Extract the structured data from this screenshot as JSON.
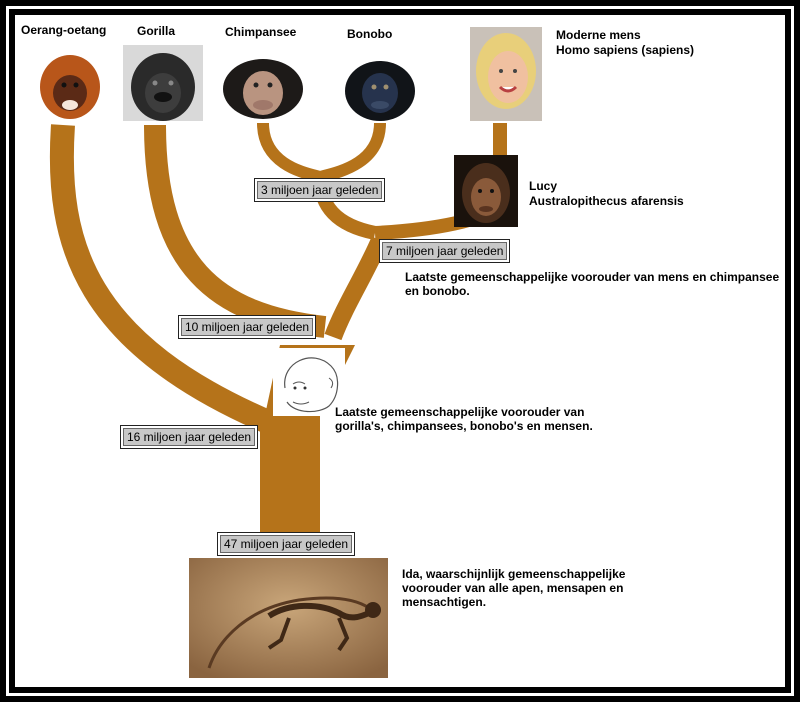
{
  "species": {
    "orangutan": "Oerang-oetang",
    "gorilla": "Gorilla",
    "chimpanzee": "Chimpansee",
    "bonobo": "Bonobo",
    "modern_human_line1": "Moderne mens",
    "modern_human_line2": "Homo sapiens (sapiens)",
    "lucy_line1": "Lucy",
    "lucy_line2": "Australopithecus",
    "lucy_line2b": "afarensis"
  },
  "dates": {
    "d3": "3 miljoen jaar geleden",
    "d7": "7 miljoen jaar geleden",
    "d10": "10 miljoen jaar geleden",
    "d16": "16 miljoen jaar geleden",
    "d47": "47 miljoen jaar geleden"
  },
  "notes": {
    "ancestor_human_chimp": "Laatste gemeenschappelijke voorouder van mens en chimpansee en bonobo.",
    "ancestor_great_apes": "Laatste gemeenschappelijke voorouder van gorilla's, chimpansees, bonobo's en mensen.",
    "ida": "Ida, waarschijnlijk gemeenschappelijke voorouder van alle apen, mensapen en mensachtigen."
  },
  "colors": {
    "branch": "#b5731a",
    "date_box": "#c8c8c8",
    "frame": "#000000"
  }
}
